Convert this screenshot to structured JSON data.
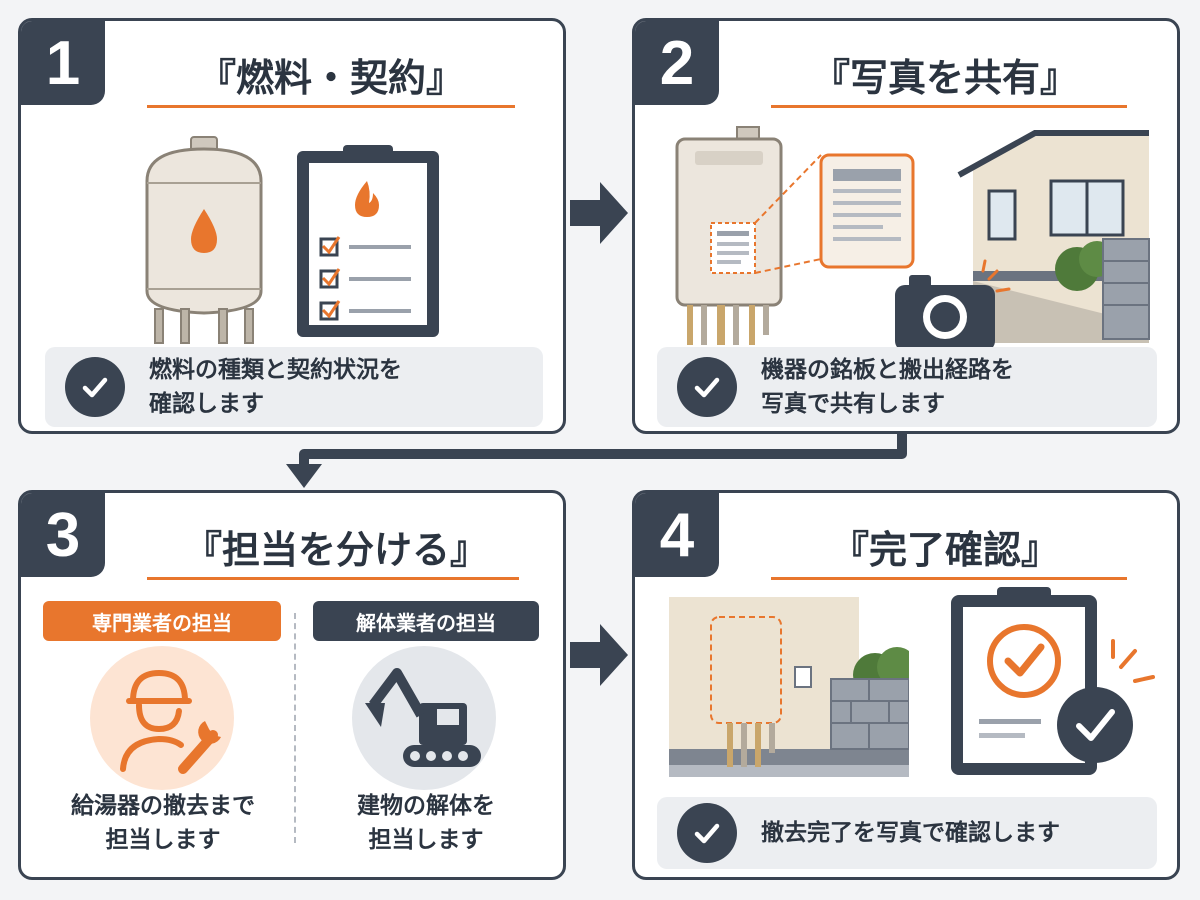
{
  "steps": [
    {
      "number": "1",
      "title": "『燃料・契約』",
      "note_lines": [
        "燃料の種類と契約状況を",
        "確認します"
      ]
    },
    {
      "number": "2",
      "title": "『写真を共有』",
      "note_lines": [
        "機器の銘板と搬出経路を",
        "写真で共有します"
      ]
    },
    {
      "number": "3",
      "title": "『担当を分ける』",
      "roles": [
        {
          "tag": "専門業者の担当",
          "text_lines": [
            "給湯器の撤去まで",
            "担当します"
          ]
        },
        {
          "tag": "解体業者の担当",
          "text_lines": [
            "建物の解体を",
            "担当します"
          ]
        }
      ]
    },
    {
      "number": "4",
      "title": "『完了確認』",
      "note_lines": [
        "撤去完了を写真で確認します"
      ]
    }
  ],
  "colors": {
    "dark": "#3a4452",
    "accent": "#e8762d",
    "note_bg": "#eceef1",
    "tank": "#ece6dd"
  },
  "icons": {
    "step1": [
      "fuel-tank",
      "flame-checklist-clipboard"
    ],
    "step2": [
      "water-heater-nameplate",
      "house-exterior",
      "camera"
    ],
    "step3": [
      "worker-wrench",
      "excavator"
    ],
    "step4": [
      "empty-wall-after-removal",
      "checked-clipboard"
    ]
  }
}
